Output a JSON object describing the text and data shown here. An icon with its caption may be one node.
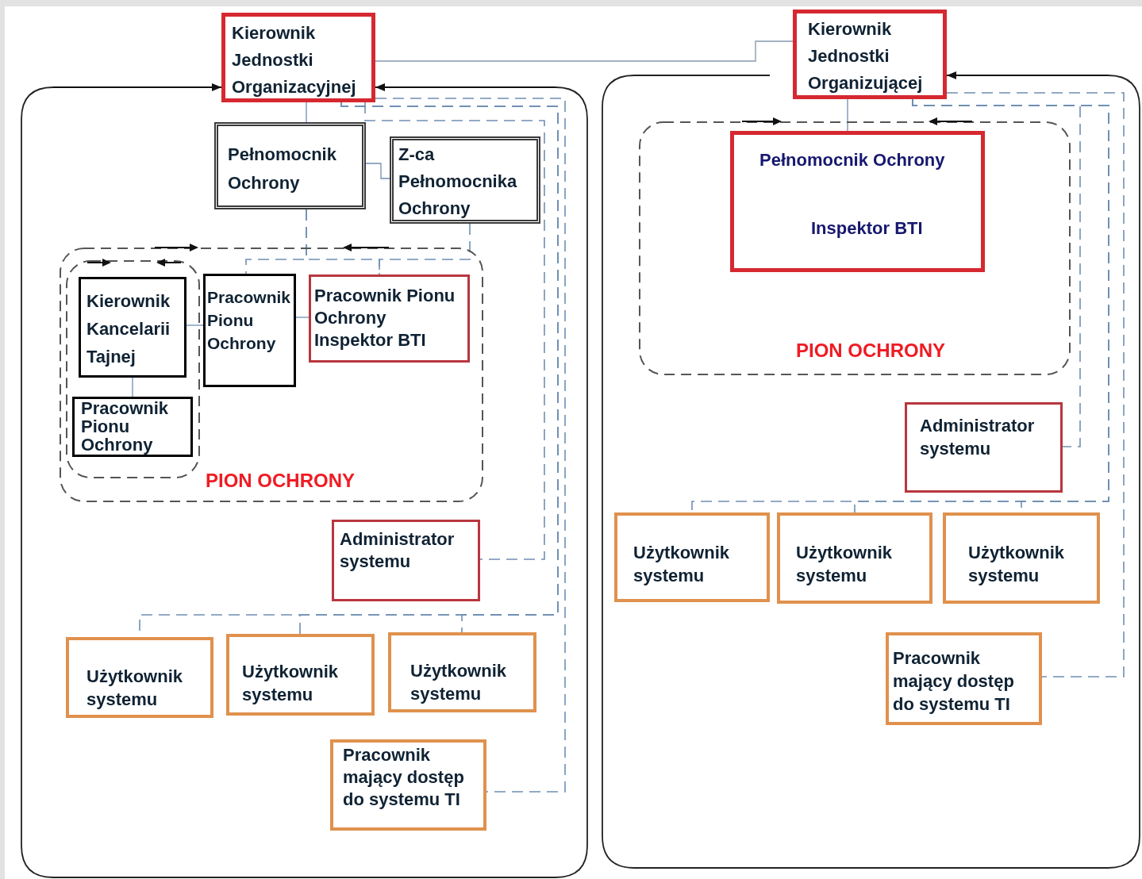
{
  "diagram": {
    "nodes": [
      {
        "text": [
          "Kierownik Jednostki Organizacyjnej"
        ]
      },
      {
        "text": [],
        "shape": "box"
      },
      {
        "text": [
          "Pełnomocnik Ochrony"
        ],
        "in": 1
      },
      {
        "text": [
          "Z-ca Pełnomocnika Ochrony"
        ],
        "in": 1
      },
      {
        "text": [
          "PION OCHRONY"
        ],
        "in": 1
      },
      {
        "text": [],
        "shape": "box",
        "in": 4
      },
      {
        "text": [
          "Kierownik Kancelarii Tajnej"
        ],
        "in": 5
      },
      {
        "text": [
          "Pracownik Pionu Ochrony"
        ],
        "in": 5
      },
      {
        "text": [
          "Pracownik Pionu Ochrony"
        ],
        "in": 4
      },
      {
        "text": [
          "Pracownik Pionu Ochrony Inspektor BTI"
        ],
        "in": 4
      },
      {
        "text": [
          "Administrator systemu"
        ],
        "in": 1
      },
      {
        "text": [
          "Użytkownik systemu"
        ],
        "in": 1
      },
      {
        "text": [
          "Użytkownik systemu"
        ],
        "in": 1
      },
      {
        "text": [
          "Użytkownik systemu"
        ],
        "in": 1
      },
      {
        "text": [
          "Pracownik mający dostęp do systemu TI"
        ],
        "in": 1
      },
      {
        "text": [
          "Kierownik Jednostki Organizującej"
        ]
      },
      {
        "text": [],
        "shape": "box"
      },
      {
        "text": [
          "PION OCHRONY"
        ],
        "in": 16
      },
      {
        "text": [
          "Pełnomocnik Ochrony",
          "Inspektor BTI"
        ],
        "in": 17
      },
      {
        "text": [
          "Administrator systemu"
        ],
        "in": 16
      },
      {
        "text": [
          "Użytkownik systemu"
        ],
        "in": 16
      },
      {
        "text": [
          "Użytkownik systemu"
        ],
        "in": 16
      },
      {
        "text": [
          "Użytkownik systemu"
        ],
        "in": 16
      },
      {
        "text": [
          "Pracownik mający dostęp do systemu TI"
        ],
        "in": 16
      }
    ],
    "edges": [
      {
        "from": 1,
        "to": 0,
        "arrow": "to",
        "color": "#111111"
      },
      {
        "from": 1,
        "to": 0,
        "arrow": "to",
        "color": "#111111"
      },
      {
        "from": 0,
        "to": 15,
        "arrow": "none",
        "color": "#a3b2c2"
      },
      {
        "from": 0,
        "to": 2,
        "arrow": "none"
      },
      {
        "from": 2,
        "to": 3,
        "arrow": "none"
      },
      {
        "from": 2,
        "to": 8,
        "arrow": "none",
        "style": "dashed"
      },
      {
        "from": 2,
        "to": 9,
        "arrow": "none",
        "style": "dashed"
      },
      {
        "from": 3,
        "to": 9,
        "arrow": "none",
        "style": "dashed"
      },
      {
        "from": 6,
        "to": 8,
        "arrow": "none"
      },
      {
        "from": 8,
        "to": 9,
        "arrow": "none"
      },
      {
        "from": 6,
        "to": 7,
        "arrow": "none"
      },
      {
        "from": 0,
        "to": 10,
        "arrow": "none",
        "style": "dashed"
      },
      {
        "from": 0,
        "to": 11,
        "arrow": "none",
        "style": "dashed"
      },
      {
        "from": 0,
        "to": 12,
        "arrow": "none",
        "style": "dashed"
      },
      {
        "from": 0,
        "to": 13,
        "arrow": "none",
        "style": "dashed"
      },
      {
        "from": 0,
        "to": 14,
        "arrow": "none",
        "style": "dashed"
      },
      {
        "from": 16,
        "to": 15,
        "arrow": "to",
        "color": "#111111"
      },
      {
        "from": 15,
        "to": 18,
        "arrow": "none"
      },
      {
        "from": 15,
        "to": 19,
        "arrow": "none",
        "style": "dashed"
      },
      {
        "from": 15,
        "to": 20,
        "arrow": "none",
        "style": "dashed"
      },
      {
        "from": 15,
        "to": 21,
        "arrow": "none",
        "style": "dashed"
      },
      {
        "from": 15,
        "to": 22,
        "arrow": "none",
        "style": "dashed"
      },
      {
        "from": 15,
        "to": 23,
        "arrow": "none",
        "style": "dashed"
      }
    ]
  }
}
